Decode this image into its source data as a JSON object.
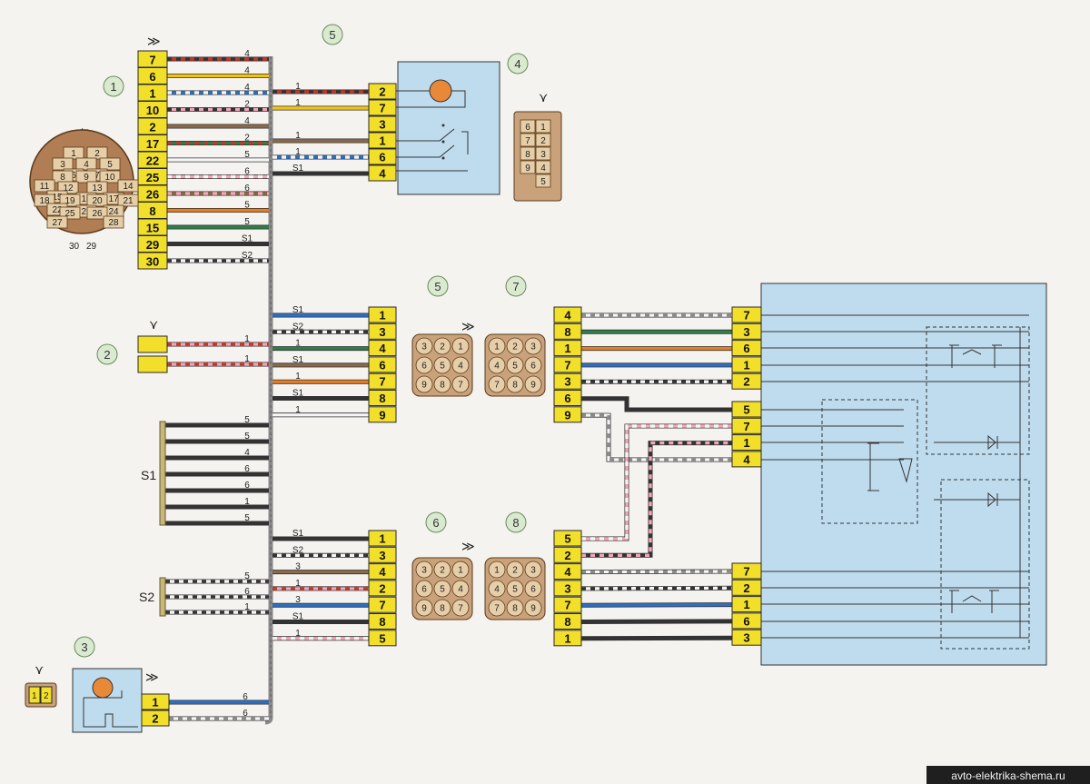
{
  "callouts": {
    "c1": "1",
    "c2": "2",
    "c3": "3",
    "c4": "4",
    "c5a": "5",
    "c5b": "5",
    "c6": "6",
    "c7": "7",
    "c8": "8"
  },
  "colors": {
    "red": "#c0392b",
    "yellow": "#f1c40f",
    "blue": "#2e6fc2",
    "pink": "#f2a6b7",
    "brown": "#8a6a4a",
    "green": "#2e7d4a",
    "white": "#f6f6f6",
    "black": "#333333",
    "orange": "#e67e22",
    "gray": "#8a8a8a"
  },
  "glyphs": {
    "arrow": "←",
    "fork": "⋎",
    "double_chevron": "≫"
  },
  "connector1": {
    "pins": [
      "7",
      "6",
      "1",
      "10",
      "2",
      "17",
      "22",
      "25",
      "26",
      "8",
      "15",
      "29",
      "30"
    ],
    "wires": [
      {
        "label": "4",
        "color": "red",
        "stripe": "black"
      },
      {
        "label": "4",
        "color": "yellow",
        "stripe": ""
      },
      {
        "label": "4",
        "color": "blue",
        "stripe": "white"
      },
      {
        "label": "2",
        "color": "pink",
        "stripe": "black"
      },
      {
        "label": "4",
        "color": "brown",
        "stripe": ""
      },
      {
        "label": "2",
        "color": "green",
        "stripe": "red"
      },
      {
        "label": "5",
        "color": "white",
        "stripe": ""
      },
      {
        "label": "6",
        "color": "pink",
        "stripe": "white"
      },
      {
        "label": "6",
        "color": "brown",
        "stripe": "pink"
      },
      {
        "label": "5",
        "color": "orange",
        "stripe": ""
      },
      {
        "label": "5",
        "color": "green",
        "stripe": ""
      },
      {
        "label": "S1",
        "color": "black",
        "stripe": ""
      },
      {
        "label": "S2",
        "color": "white",
        "stripe": "black"
      }
    ]
  },
  "round_connector": {
    "cells": [
      "1",
      "2",
      "3",
      "4",
      "5",
      "6",
      "7",
      "8",
      "9",
      "10",
      "11",
      "12",
      "13",
      "14",
      "15",
      "16",
      "17",
      "18",
      "19",
      "20",
      "21",
      "22",
      "23",
      "24",
      "25",
      "26",
      "27",
      "28"
    ],
    "bottom": [
      "30",
      "29"
    ]
  },
  "connector2": {
    "wires": [
      {
        "label": "1",
        "color": "pink",
        "stripe": "red"
      },
      {
        "label": "1",
        "color": "pink",
        "stripe": "red"
      }
    ]
  },
  "connector3": {
    "pins": [
      "1",
      "2"
    ],
    "plug_pins": [
      "1",
      "2"
    ],
    "wires": [
      {
        "label": "6",
        "color": "blue",
        "stripe": ""
      },
      {
        "label": "6",
        "color": "white",
        "stripe": "gray"
      }
    ]
  },
  "connector4": {
    "pins": [
      "2",
      "7",
      "3",
      "1",
      "6",
      "4"
    ],
    "side_pins": [
      "6",
      "1",
      "7",
      "2",
      "8",
      "3",
      "9",
      "4",
      "5"
    ],
    "wires": [
      {
        "label": "1",
        "color": "red",
        "stripe": "black"
      },
      {
        "label": "1",
        "color": "yellow",
        "stripe": ""
      },
      {
        "label": "",
        "color": "",
        "stripe": ""
      },
      {
        "label": "1",
        "color": "brown",
        "stripe": ""
      },
      {
        "label": "1",
        "color": "blue",
        "stripe": "white"
      },
      {
        "label": "S1",
        "color": "black",
        "stripe": ""
      }
    ]
  },
  "mid5": {
    "pins": [
      "1",
      "3",
      "4",
      "6",
      "7",
      "8",
      "9"
    ],
    "wires": [
      {
        "label": "S1",
        "color": "blue",
        "stripe": ""
      },
      {
        "label": "S2",
        "color": "white",
        "stripe": "black"
      },
      {
        "label": "1",
        "color": "green",
        "stripe": ""
      },
      {
        "label": "S1",
        "color": "brown",
        "stripe": ""
      },
      {
        "label": "1",
        "color": "orange",
        "stripe": ""
      },
      {
        "label": "S1",
        "color": "black",
        "stripe": ""
      },
      {
        "label": "1",
        "color": "white",
        "stripe": ""
      }
    ]
  },
  "plug5": [
    "3",
    "2",
    "1",
    "6",
    "5",
    "4",
    "9",
    "8",
    "7"
  ],
  "plug7": [
    "1",
    "2",
    "3",
    "4",
    "5",
    "6",
    "7",
    "8",
    "9"
  ],
  "col7": {
    "pins": [
      "4",
      "8",
      "1",
      "7",
      "3",
      "6",
      "9"
    ],
    "wires": [
      {
        "color": "white",
        "stripe": "gray"
      },
      {
        "color": "green",
        "stripe": ""
      },
      {
        "color": "orange",
        "stripe": ""
      },
      {
        "color": "blue",
        "stripe": ""
      },
      {
        "color": "white",
        "stripe": "black"
      },
      {
        "color": "black",
        "stripe": ""
      },
      {
        "color": "white",
        "stripe": "gray"
      }
    ]
  },
  "mid6": {
    "pins": [
      "1",
      "3",
      "4",
      "2",
      "7",
      "8",
      "5"
    ],
    "wires": [
      {
        "label": "S1",
        "color": "black",
        "stripe": ""
      },
      {
        "label": "S2",
        "color": "white",
        "stripe": "black"
      },
      {
        "label": "3",
        "color": "brown",
        "stripe": ""
      },
      {
        "label": "1",
        "color": "pink",
        "stripe": "red"
      },
      {
        "label": "3",
        "color": "blue",
        "stripe": ""
      },
      {
        "label": "S1",
        "color": "black",
        "stripe": ""
      },
      {
        "label": "1",
        "color": "pink",
        "stripe": "white"
      }
    ]
  },
  "plug6": [
    "3",
    "2",
    "1",
    "6",
    "5",
    "4",
    "9",
    "8",
    "7"
  ],
  "plug8": [
    "1",
    "2",
    "3",
    "4",
    "5",
    "6",
    "7",
    "8",
    "9"
  ],
  "col8": {
    "pins": [
      "5",
      "2",
      "4",
      "3",
      "7",
      "8",
      "1"
    ],
    "wires": [
      {
        "color": "pink",
        "stripe": "white"
      },
      {
        "color": "black",
        "stripe": "pink"
      },
      {
        "color": "white",
        "stripe": "gray"
      },
      {
        "color": "white",
        "stripe": "black"
      },
      {
        "color": "blue",
        "stripe": ""
      },
      {
        "color": "black",
        "stripe": ""
      },
      {
        "color": "black",
        "stripe": ""
      }
    ]
  },
  "right_top_pins": [
    "7",
    "3",
    "6",
    "1",
    "2"
  ],
  "right_mid_pins": [
    "5",
    "7",
    "1",
    "4"
  ],
  "right_bot_pins": [
    "7",
    "2",
    "1",
    "6",
    "3"
  ],
  "s1": {
    "label": "S1",
    "wires": [
      {
        "label": "5",
        "color": "black"
      },
      {
        "label": "5",
        "color": "black"
      },
      {
        "label": "4",
        "color": "black"
      },
      {
        "label": "6",
        "color": "black"
      },
      {
        "label": "6",
        "color": "black"
      },
      {
        "label": "1",
        "color": "black"
      },
      {
        "label": "5",
        "color": "black"
      }
    ]
  },
  "s2": {
    "label": "S2",
    "wires": [
      {
        "label": "5",
        "color": "white",
        "stripe": "black"
      },
      {
        "label": "6",
        "color": "white",
        "stripe": "black"
      },
      {
        "label": "1",
        "color": "white",
        "stripe": "black"
      }
    ]
  },
  "footer": "avto-elektrika-shema.ru"
}
